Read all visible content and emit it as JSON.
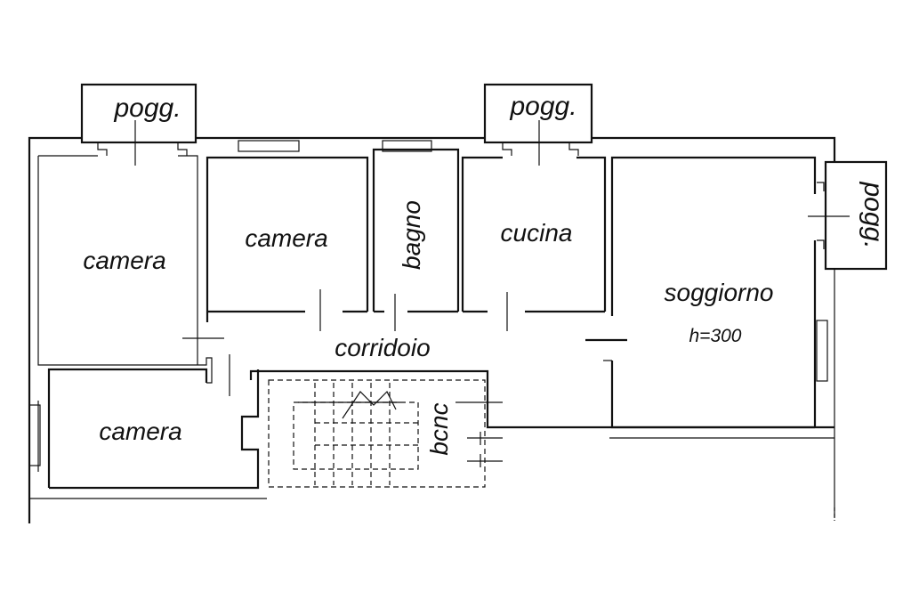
{
  "rooms": {
    "balcony_1": "pogg.",
    "balcony_2": "pogg.",
    "balcony_3": "pogg.",
    "bedroom_1": "camera",
    "bedroom_2": "camera",
    "bedroom_3": "camera",
    "bathroom": "bagno",
    "kitchen": "cucina",
    "living_room": "soggiorno",
    "living_room_height": "h=300",
    "corridor": "corridoio",
    "stairwell": "bcnc"
  },
  "colors": {
    "ink": "#111111",
    "background": "#ffffff"
  }
}
